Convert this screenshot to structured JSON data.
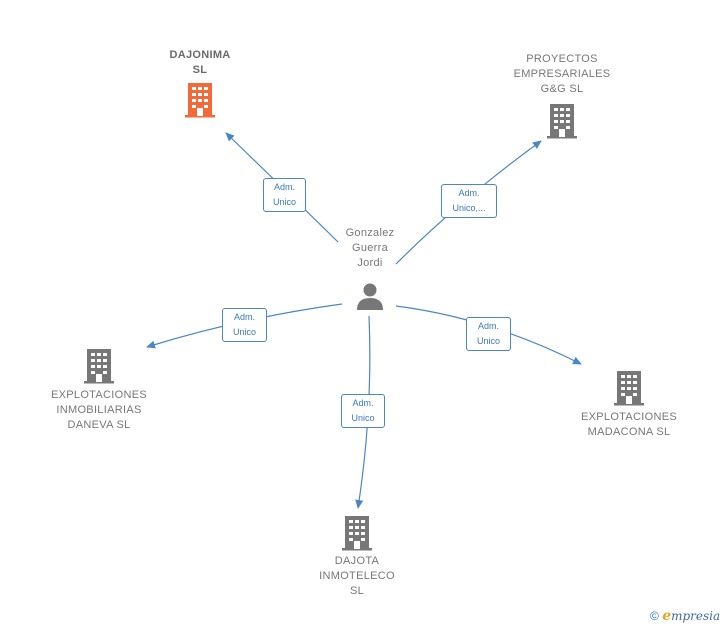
{
  "colors": {
    "edge": "#4a86c8",
    "building_main": "#f26a3a",
    "building": "#777777",
    "person": "#777777",
    "badge_border": "#4a86c8"
  },
  "person": {
    "name_lines": [
      "Gonzalez",
      "Guerra",
      "Jordi"
    ],
    "icon": "person-icon"
  },
  "companies": [
    {
      "id": "dajonima",
      "lines": [
        "DAJONIMA",
        "SL"
      ],
      "icon": "building-icon",
      "highlight": true
    },
    {
      "id": "proyectos",
      "lines": [
        "PROYECTOS",
        "EMPRESARIALES",
        "G&G  SL"
      ],
      "icon": "building-icon",
      "highlight": false
    },
    {
      "id": "daneva",
      "lines": [
        "EXPLOTACIONES",
        "INMOBILIARIAS",
        "DANEVA  SL"
      ],
      "icon": "building-icon",
      "highlight": false
    },
    {
      "id": "madacona",
      "lines": [
        "EXPLOTACIONES",
        "MADACONA  SL"
      ],
      "icon": "building-icon",
      "highlight": false
    },
    {
      "id": "dajota",
      "lines": [
        "DAJOTA",
        "INMOTELECO",
        "SL"
      ],
      "icon": "building-icon",
      "highlight": false
    }
  ],
  "relations": [
    {
      "to": "dajonima",
      "label": [
        "Adm.",
        "Unico"
      ]
    },
    {
      "to": "proyectos",
      "label": [
        "Adm.",
        "Unico,..."
      ]
    },
    {
      "to": "daneva",
      "label": [
        "Adm.",
        "Unico"
      ]
    },
    {
      "to": "madacona",
      "label": [
        "Adm.",
        "Unico"
      ]
    },
    {
      "to": "dajota",
      "label": [
        "Adm.",
        "Unico"
      ]
    }
  ],
  "footer": {
    "copyright": "©",
    "brand_initial": "e",
    "brand_rest": "mpresia"
  }
}
